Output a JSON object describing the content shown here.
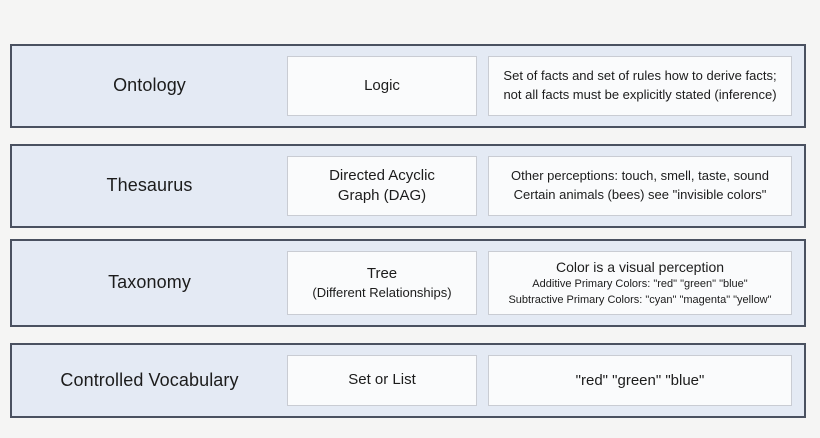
{
  "colors": {
    "page_background": "#f5f5f4",
    "row_fill": "#e4eaf4",
    "row_border": "#4a5160",
    "box_fill": "#fafbfc",
    "box_border": "#c9ccd3",
    "text": "#1c1c1c"
  },
  "rows": [
    {
      "label": "Ontology",
      "structure": {
        "main": "Logic",
        "sub": ""
      },
      "description": {
        "lines": [
          "Set of facts and set of rules how to derive facts;",
          "not all facts must be explicitly stated (inference)"
        ]
      }
    },
    {
      "label": "Thesaurus",
      "structure": {
        "main": "Directed Acyclic",
        "sub": "Graph (DAG)"
      },
      "description": {
        "lines": [
          "Other perceptions: touch, smell, taste, sound",
          "Certain animals (bees) see \"invisible colors\""
        ]
      }
    },
    {
      "label": "Taxonomy",
      "structure": {
        "main": "Tree",
        "sub": "(Different Relationships)"
      },
      "description": {
        "head": "Color is a visual perception",
        "lines": [
          "Additive Primary Colors: \"red\" \"green\" \"blue\"",
          "Subtractive Primary Colors: \"cyan\" \"magenta\" \"yellow\""
        ]
      }
    },
    {
      "label": "Controlled Vocabulary",
      "structure": {
        "main": "Set or List",
        "sub": ""
      },
      "description": {
        "big": "\"red\" \"green\" \"blue\""
      }
    }
  ]
}
